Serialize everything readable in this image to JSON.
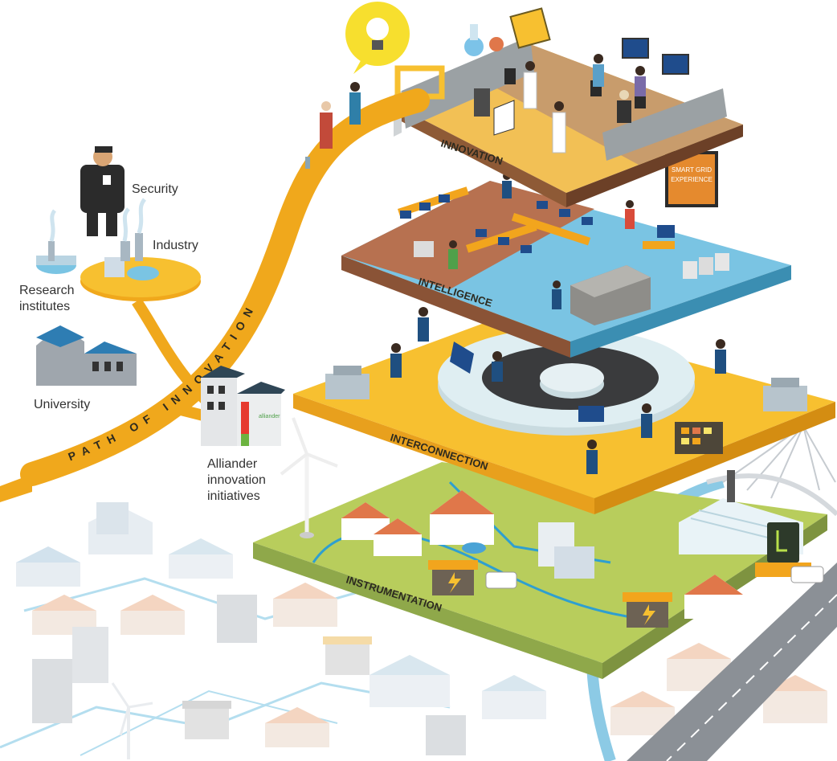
{
  "layers": {
    "innovation": "INNOVATION",
    "intelligence": "INTELLIGENCE",
    "interconnection": "INTERCONNECTION",
    "instrumentation": "INSTRUMENTATION"
  },
  "path_of_innovation": "PATH OF INNOVATION",
  "stakeholders": {
    "security": "Security",
    "industry": "Industry",
    "research": "Research\ninstitutes",
    "university": "University",
    "alliander": "Alliander\ninnovation\ninitiatives"
  },
  "screen_sign": "SMART GRID\nEXPERIENCE",
  "building_sign": "alliander",
  "colors": {
    "path": "#f0a81c",
    "innovation_floor": "#f2c055",
    "innovation_edge": "#8e5a36",
    "intelligence_brown": "#b77150",
    "intelligence_blue": "#7ac4e3",
    "interconnection": "#f7c030",
    "instrumentation": "#b8cd5c",
    "grid_line": "#2e9fd0"
  },
  "icons": [
    "lightbulb-icon",
    "wind-turbine-icon",
    "lightning-icon",
    "charging-station-icon",
    "monitor-icon"
  ]
}
